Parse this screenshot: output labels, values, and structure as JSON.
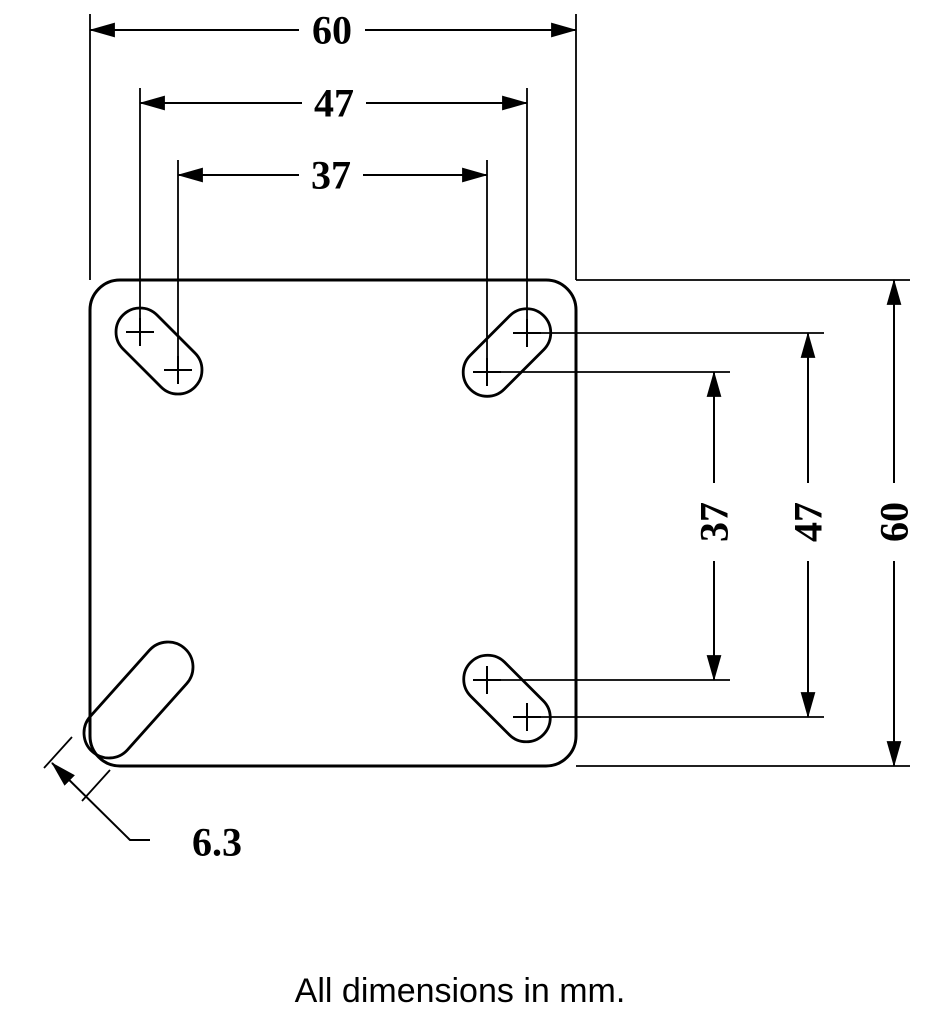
{
  "colors": {
    "line": "#000000",
    "background": "#ffffff"
  },
  "note": "All dimensions in mm.",
  "dimensions": {
    "top_outer": "60",
    "top_middle": "47",
    "top_inner": "37",
    "right_inner": "37",
    "right_middle": "47",
    "right_outer": "60",
    "slot_width": "6.3"
  }
}
